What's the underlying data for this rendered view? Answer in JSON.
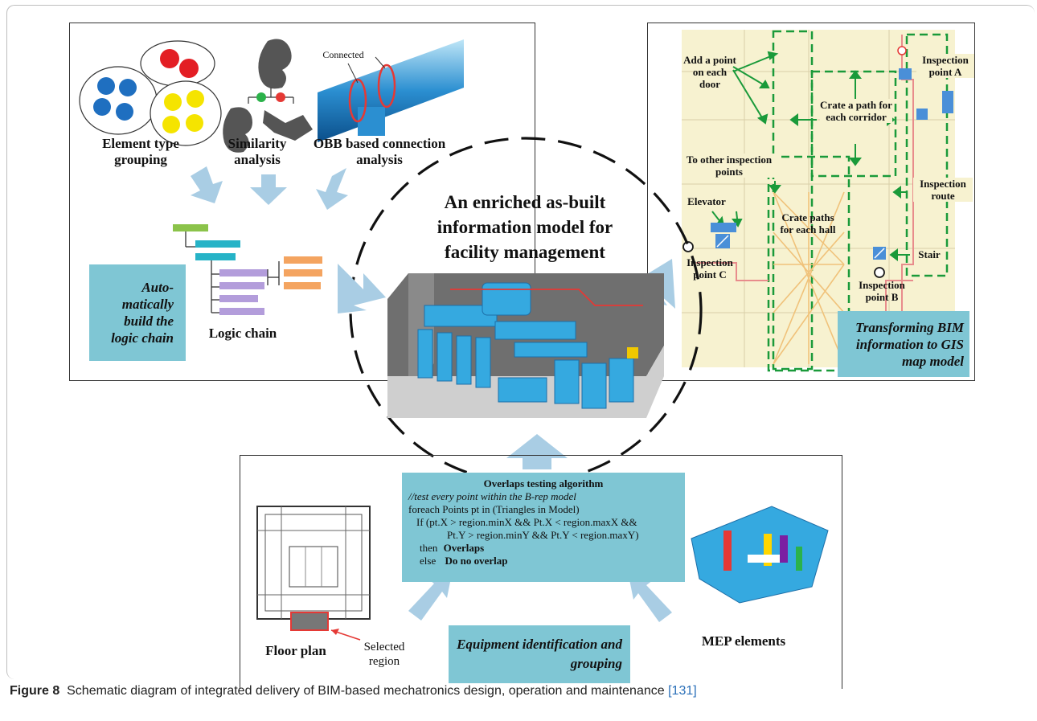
{
  "top_left": {
    "element_type_grouping": "Element type grouping",
    "similarity_analysis": "Similarity analysis",
    "connected": "Connected",
    "obb_connection_analysis": "OBB based connection analysis",
    "automatically_build": "Auto-matically build the logic chain",
    "logic_chain": "Logic chain"
  },
  "center": {
    "title": "An enriched as-built information model for facility management"
  },
  "top_right": {
    "add_point": "Add a point on each door",
    "crate_path_corridor": "Crate a path for each corridor",
    "inspection_point_a": "Inspection point A",
    "to_other": "To other inspection points",
    "inspection_route": "Inspection route",
    "elevator": "Elevator",
    "crate_paths_hall": "Crate paths for each hall",
    "stair": "Stair",
    "inspection_point_c": "Inspection point C",
    "inspection_point_b": "Inspection point B",
    "transforming": "Transforming BIM information to GIS map model"
  },
  "bottom": {
    "algo_title": "Overlaps testing algorithm",
    "algo_comment": "//test every point within the B-rep model",
    "algo_line1": "foreach Points pt in (Triangles in Model)",
    "algo_line2": "If  (pt.X > region.minX && Pt.X < region.maxX &&",
    "algo_line3": "Pt.Y > region.minY && Pt.Y < region.maxY)",
    "algo_then": "then",
    "algo_overlaps": "Overlaps",
    "algo_else": "else",
    "algo_no_overlap": "Do no overlap",
    "floor_plan": "Floor plan",
    "selected_region": "Selected region",
    "equipment_identification": "Equipment identification and grouping",
    "mep_elements": "MEP elements"
  },
  "caption": {
    "label": "Figure 8",
    "text": "Schematic diagram of integrated delivery of BIM-based mechatronics design, operation and maintenance",
    "ref": "[131]"
  },
  "colors": {
    "teal_box": "#7fc6d4",
    "arrow_blue": "#a9cde4",
    "route_green": "#1a9a3a",
    "mep_blue": "#35a9e0",
    "red_link": "#e53935"
  }
}
